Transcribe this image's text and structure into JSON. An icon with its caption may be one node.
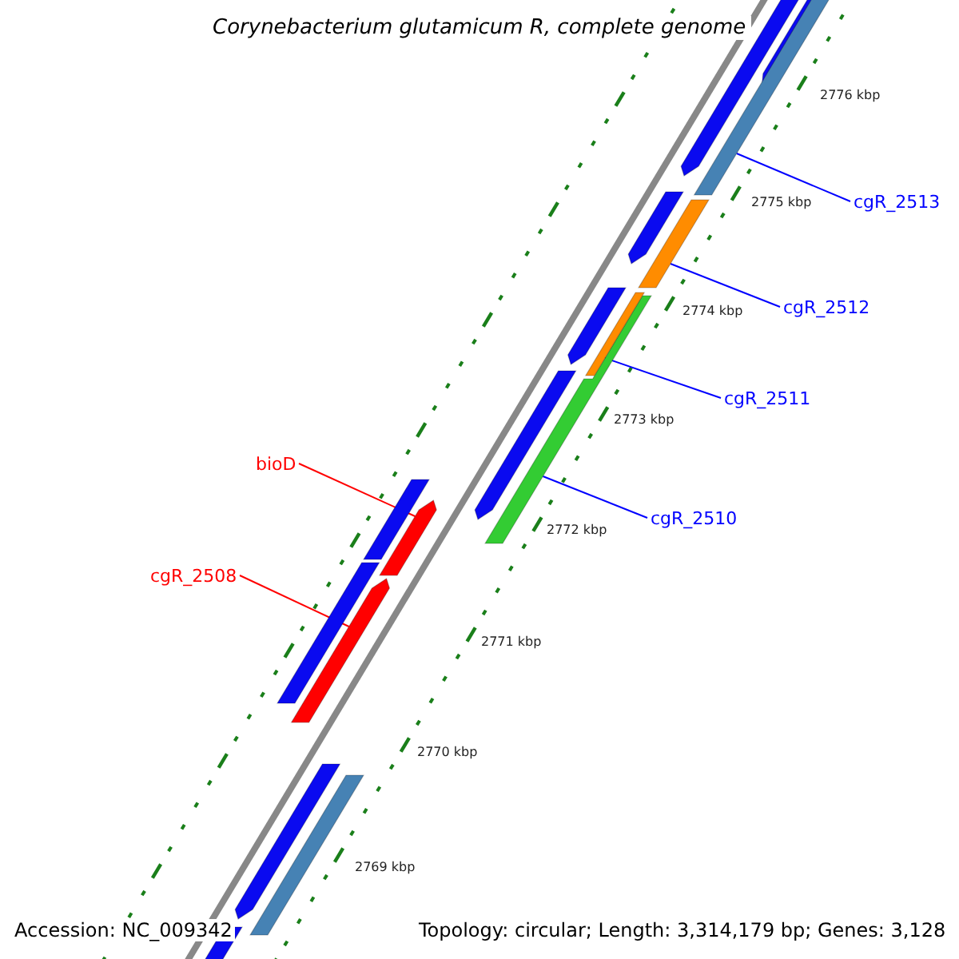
{
  "diagram": {
    "title": "Corynebacterium glutamicum R, complete genome",
    "nodes": [
      {
        "text": [
          "bioD"
        ]
      },
      {
        "text": [
          "cgR_2508"
        ]
      },
      {
        "text": [
          "cgR_2510"
        ]
      },
      {
        "text": [
          "cgR_2511"
        ]
      },
      {
        "text": [
          "cgR_2512"
        ]
      },
      {
        "text": [
          "cgR_2513"
        ]
      },
      {
        "text": [],
        "shape": "bar"
      },
      {
        "text": [],
        "shape": "bar"
      },
      {
        "text": [],
        "shape": "bar"
      },
      {
        "text": [],
        "shape": "bar"
      },
      {
        "text": [],
        "shape": "bar"
      },
      {
        "text": [],
        "shape": "bar"
      }
    ],
    "edges": [
      {
        "from": 0,
        "to": 6,
        "arrow": "none",
        "color": "#ff0000"
      },
      {
        "from": 1,
        "to": 7,
        "arrow": "none",
        "color": "#ff0000"
      },
      {
        "from": 2,
        "to": 8,
        "arrow": "none"
      },
      {
        "from": 3,
        "to": 9,
        "arrow": "none"
      },
      {
        "from": 4,
        "to": 10,
        "arrow": "none"
      },
      {
        "from": 5,
        "to": 11,
        "arrow": "none"
      }
    ],
    "labels": [
      "2776 kbp",
      "2775 kbp",
      "2774 kbp",
      "2773 kbp",
      "2772 kbp",
      "2771 kbp",
      "2770 kbp",
      "2769 kbp",
      "Accession: NC_009342",
      "Topology: circular; Length: 3,314,179 bp; Genes: 3,128"
    ]
  }
}
